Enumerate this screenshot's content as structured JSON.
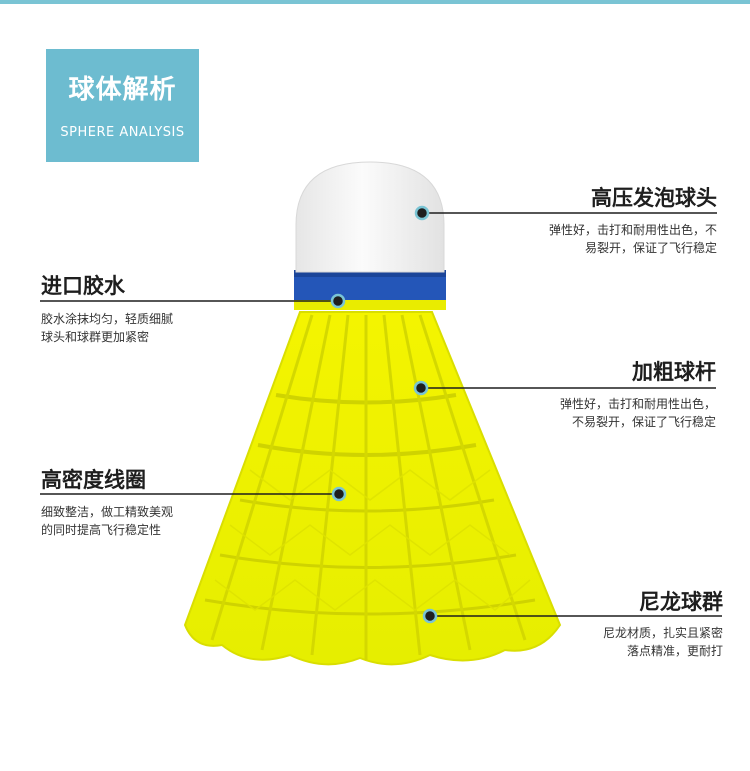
{
  "badge": {
    "title": "球体解析",
    "subtitle": "SPHERE ANALYSIS"
  },
  "callouts": [
    {
      "title": "高压发泡球头",
      "desc_lines": [
        "弹性好，击打和耐用性出色，不",
        "易裂开，保证了飞行稳定"
      ]
    },
    {
      "title": "进口胶水",
      "desc_lines": [
        "胶水涂抹均匀，轻质细腻",
        "球头和球群更加紧密"
      ]
    },
    {
      "title": "加粗球杆",
      "desc_lines": [
        "弹性好，击打和耐用性出色，",
        "不易裂开，保证了飞行稳定"
      ]
    },
    {
      "title": "高密度线圈",
      "desc_lines": [
        "细致整洁，做工精致美观",
        "的同时提高飞行稳定性"
      ]
    },
    {
      "title": "尼龙球群",
      "desc_lines": [
        "尼龙材质，扎实且紧密",
        "落点精准，更耐打"
      ]
    }
  ],
  "colors": {
    "accent": "#6dbcd0",
    "skirt": "#eef000",
    "band": "#2456b8",
    "cork": "#f2f2f2"
  }
}
